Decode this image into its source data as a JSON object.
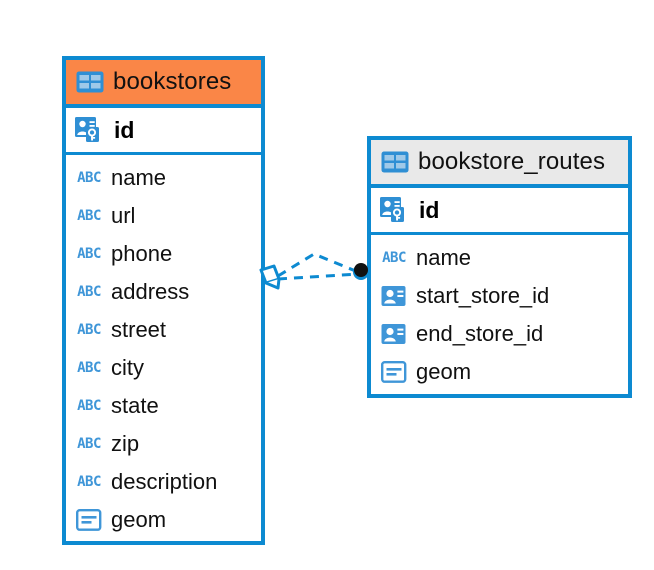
{
  "diagram": {
    "type": "entity-relationship-diagram",
    "background": "#ffffff",
    "accent_color": "#0d8ad1",
    "highlight_color": "#fa8647",
    "neutral_header_color": "#e9e9e9"
  },
  "entities": [
    {
      "name": "bookstores",
      "header_color": "#fa8647",
      "selected": true,
      "table_icon": "table-icon",
      "primary_key": {
        "label": "id",
        "icon": "primary-key-icon",
        "type": "primary-key"
      },
      "fields": [
        {
          "label": "name",
          "icon": "abc-icon",
          "type": "text"
        },
        {
          "label": "url",
          "icon": "abc-icon",
          "type": "text"
        },
        {
          "label": "phone",
          "icon": "abc-icon",
          "type": "text"
        },
        {
          "label": "address",
          "icon": "abc-icon",
          "type": "text"
        },
        {
          "label": "street",
          "icon": "abc-icon",
          "type": "text"
        },
        {
          "label": "city",
          "icon": "abc-icon",
          "type": "text"
        },
        {
          "label": "state",
          "icon": "abc-icon",
          "type": "text"
        },
        {
          "label": "zip",
          "icon": "abc-icon",
          "type": "text"
        },
        {
          "label": "description",
          "icon": "abc-icon",
          "type": "text"
        },
        {
          "label": "geom",
          "icon": "geometry-icon",
          "type": "geometry"
        }
      ]
    },
    {
      "name": "bookstore_routes",
      "header_color": "#e9e9e9",
      "selected": false,
      "table_icon": "table-icon",
      "primary_key": {
        "label": "id",
        "icon": "primary-key-icon",
        "type": "primary-key"
      },
      "fields": [
        {
          "label": "name",
          "icon": "abc-icon",
          "type": "text"
        },
        {
          "label": "start_store_id",
          "icon": "foreign-key-icon",
          "type": "foreign-key"
        },
        {
          "label": "end_store_id",
          "icon": "foreign-key-icon",
          "type": "foreign-key"
        },
        {
          "label": "geom",
          "icon": "geometry-icon",
          "type": "geometry"
        }
      ]
    }
  ],
  "relationship": {
    "from_entity": "bookstores",
    "to_entity": "bookstore_routes",
    "line_style": "dashed",
    "color": "#0d8ad1",
    "source_endpoint": "crows-foot-diamond-icon",
    "target_endpoint": "filled-circle-icon"
  }
}
